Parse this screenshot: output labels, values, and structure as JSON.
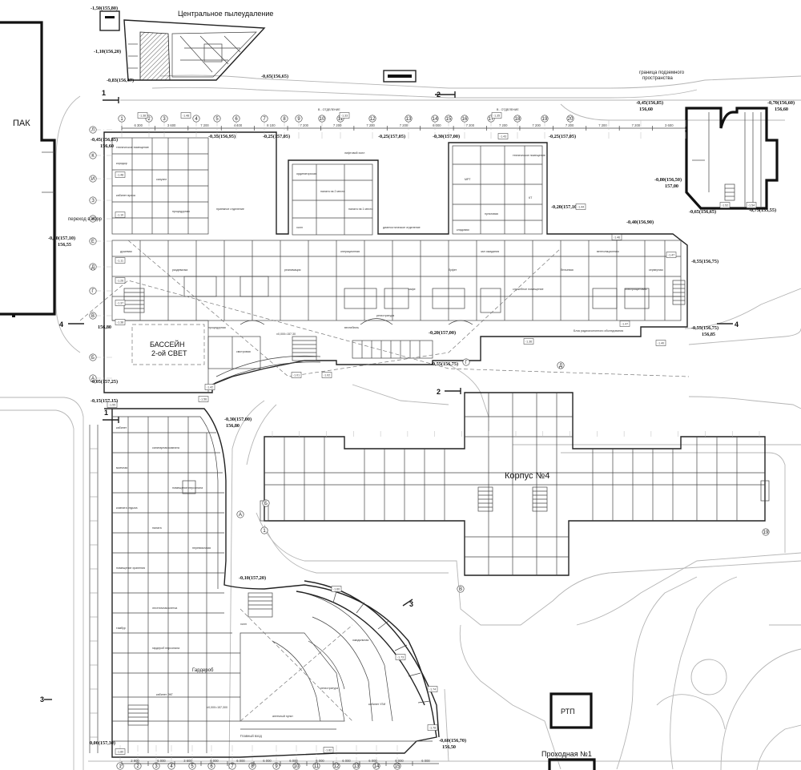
{
  "labels": {
    "exhaust": "Центральное пылеудаление",
    "pak": "ПАК",
    "pool_line1": "БАССЕЙН",
    "pool_line2": "2-ой СВЕТ",
    "korpus": "Корпус №4",
    "rtp": "РТП",
    "checkpoint": "Проходная №1",
    "passage": "переход в корр",
    "boundary_line1": "граница подземного",
    "boundary_line2": "пространства",
    "wardrobe": "Гардероб",
    "main_entrance": "Главный вход",
    "b_dept": "В - ОТДЕЛЕНИЕ",
    "v_dept": "В - ОТДЕЛЕНИЕ",
    "radiology": "Блок радиоизотопного обследования"
  },
  "levels": [
    "-1,50(155,80)",
    "-1,10(156,20)",
    "-0,83(156,47)",
    "-0,65(156,65)",
    "-0,45(156,85)",
    "-0,35(156,95)",
    "-0,25(157,05)",
    "-0,25(157,05)",
    "-0,30(157,00)",
    "-0,25(157,05)",
    "-0,45(156,85)",
    "-0,70(156,60)",
    "-0,80(156,50)",
    "-0,65(156,65)",
    "-0,75(155,55)",
    "-0,20(157,10)",
    "-0,40(156,90)",
    "-0,55(156,75)",
    "-0,55(156,75)",
    "-0,20(157,10)",
    "-0,20(157,00)",
    "-0,55(156,75)",
    "-0,05(157,25)",
    "-0,15(157,15)",
    "-0,30(157,00)",
    "-0,10(157,20)",
    "-0,60(156,70)",
    "0,00(157,30)",
    "±0,000=157,30",
    "±0,000=157,300"
  ],
  "sublevels": [
    "156,60",
    "156,60",
    "157,00",
    "156,80",
    "156,85",
    "156,55",
    "156,80",
    "156,50",
    "156,60"
  ],
  "sections": [
    "1",
    "1",
    "2",
    "2",
    "3",
    "3",
    "4",
    "4"
  ],
  "top_axes": [
    "1",
    "2",
    "3",
    "4",
    "5",
    "6",
    "7",
    "8",
    "9",
    "10",
    "11",
    "12",
    "13",
    "14",
    "15",
    "16",
    "17",
    "18",
    "19",
    "20"
  ],
  "left_axes": [
    "Л",
    "К",
    "И",
    "З",
    "Ж",
    "Е",
    "Д",
    "Г",
    "В",
    "Б",
    "А"
  ],
  "bottom_axes": [
    "1",
    "2",
    "3",
    "4",
    "5",
    "6",
    "7",
    "8",
    "9",
    "10",
    "11",
    "12",
    "13",
    "14",
    "15"
  ],
  "right_axes": [
    "А",
    "Б",
    "В",
    "Г",
    "Д"
  ],
  "korpus_axes": [
    "1",
    "2",
    "3",
    "4",
    "5",
    "6",
    "7",
    "8",
    "9",
    "10",
    "11",
    "12",
    "13",
    "14",
    "15",
    "16",
    "17",
    "18",
    "19"
  ],
  "dims_top": [
    "6 300",
    "3 600",
    "7 200",
    "4 400",
    "8 100",
    "7 200",
    "7 200",
    "7 200",
    "7 200",
    "6 000",
    "7 200",
    "7 200",
    "7 200",
    "7 200",
    "7 200",
    "7 200",
    "3 600"
  ],
  "dims_bottom": [
    "2 900",
    "6 000",
    "3 600",
    "6 000",
    "6 000",
    "6 000",
    "6 000",
    "6 000",
    "6 000",
    "6 000",
    "6 000",
    "6 000"
  ],
  "tags": [
    "-1.38",
    "-1.48",
    "-1.33",
    "-1.35",
    "-1.48",
    "-1.10",
    "-1.11",
    "-1.26",
    "-1.37",
    "-1.38",
    "-1.40",
    "-1.42",
    "-1.01",
    "-1.02",
    "-1.36",
    "-1.43",
    "-1.44",
    "-1.46",
    "-1.47",
    "-1.47",
    "-1.55",
    "-1.56",
    "-1.60",
    "-1.73",
    "-1.74",
    "-1.78",
    "-1.80",
    "-1.82",
    "-1.52",
    "-1.54"
  ],
  "rooms": [
    "техническое помещение",
    "коридор",
    "санузел",
    "кабинет врача",
    "процедурная",
    "ординаторская",
    "палата на 2 места",
    "палата на 1 место",
    "холл",
    "лифтовой холл",
    "МРТ",
    "КТ",
    "пультовая",
    "техническое помещение",
    "кладовая",
    "душевая",
    "раздевалка",
    "приемное отделение",
    "диагностическое отделение",
    "реанимация",
    "операционная",
    "вестибюль",
    "регистратура",
    "кафе",
    "буфет",
    "зал ожидания",
    "служебное помещение",
    "бельевая",
    "вентиляционная",
    "электрощитовая",
    "серверная",
    "процедурная",
    "смотровая",
    "кабинет",
    "санитарная комната",
    "моечная",
    "помещение персонала",
    "комната отдыха",
    "палата",
    "перевязочная",
    "помещение хранения",
    "лестничная клетка",
    "тамбур",
    "гардероб персонала",
    "холл",
    "ожидальная",
    "регистратура",
    "аптечный пункт",
    "кабинет УЗИ",
    "кабинет ЭКГ"
  ]
}
